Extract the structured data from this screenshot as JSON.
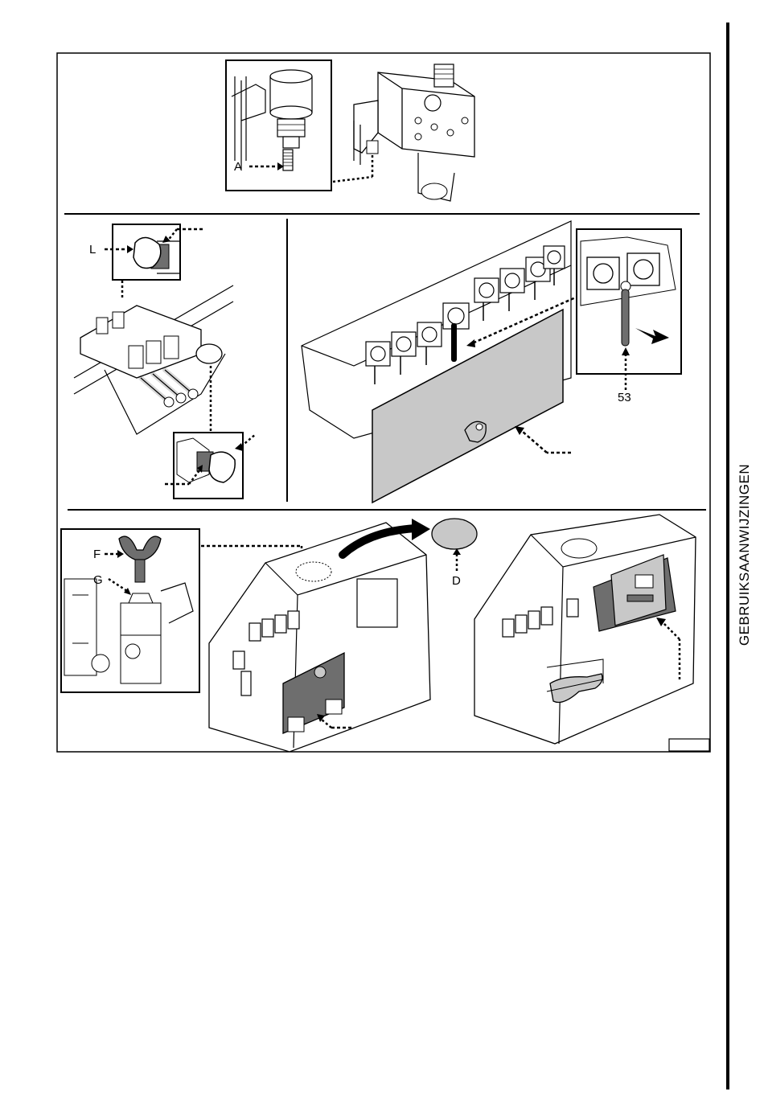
{
  "side_tab": {
    "label": "GEBRUIKSAANWIJZINGEN"
  },
  "figure": {
    "callouts": {
      "a": "A",
      "l": "L",
      "f": "F",
      "g": "G",
      "d": "D",
      "lever_number": "53"
    }
  },
  "colors": {
    "line": "#000000",
    "panel_fill": "#c8c8c8",
    "dark_fill": "#6e6e6e",
    "background": "#ffffff"
  }
}
